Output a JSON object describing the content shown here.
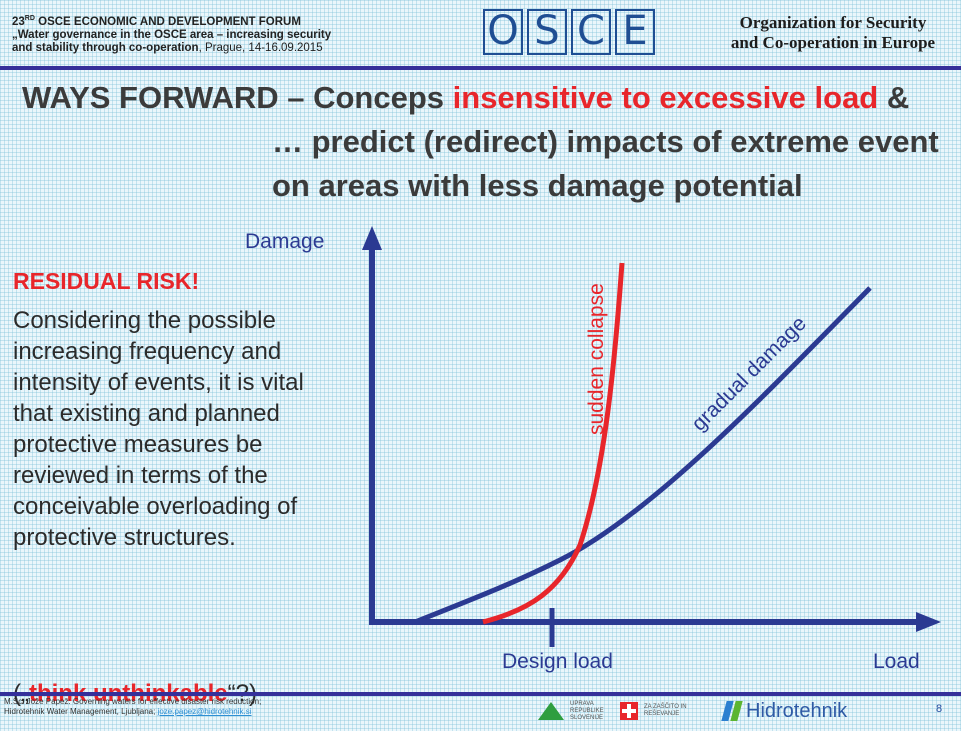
{
  "header": {
    "forum_sup": "RD",
    "forum_num": "23",
    "forum_title": "OSCE ECONOMIC AND DEVELOPMENT FORUM",
    "forum_subtitle_1": "„Water governance in the OSCE area – increasing security",
    "forum_subtitle_2": "and stability through co-operation",
    "forum_place": ", Prague, 14-16.09.2015",
    "logo_letters": [
      "O",
      "S",
      "C",
      "E"
    ],
    "org_line_1": "Organization for Security",
    "org_line_2": "and Co-operation in Europe"
  },
  "title": {
    "part1": "WAYS FORWARD – Conceps ",
    "highlight": "insensitive to excessive load",
    "part2": " &",
    "line2": "… predict (redirect) impacts of extreme event",
    "line3": "on areas with less damage potential"
  },
  "left_text": {
    "heading": "RESIDUAL RISK!",
    "body": "Considering the possible increasing frequency and intensity of events, it is vital that existing and planned protective measures be reviewed in terms of the conceivable overloading of protective structures.",
    "think_open": "(„",
    "think_bold": "think unthinkable",
    "think_close": "“?)"
  },
  "chart_data": {
    "type": "line",
    "xlabel": "Load",
    "ylabel": "Damage",
    "annotations": [
      "Design load"
    ],
    "series": [
      {
        "name": "gradual damage",
        "color": "#2b3a92"
      },
      {
        "name": "sudden collapse",
        "color": "#e8262b"
      }
    ]
  },
  "footer": {
    "line1": "M.Sc. Jože Papež: Governing waters for effective disaster risk reduction;",
    "line2": "Hidrotehnik Water Management, Ljubljana; ",
    "email": "joze.papez@hidrotehnik.si",
    "sponsor_uprava": "UPRAVA REPUBLIKE SLOVENIJE",
    "sponsor_zascito": "ZA ZAŠČITO IN REŠEVANJE",
    "sponsor_hidro": "Hidrotehnik",
    "page_number": "8"
  },
  "colors": {
    "axis": "#2b3a92",
    "accent_red": "#e8262b",
    "rule": "#35309a"
  }
}
